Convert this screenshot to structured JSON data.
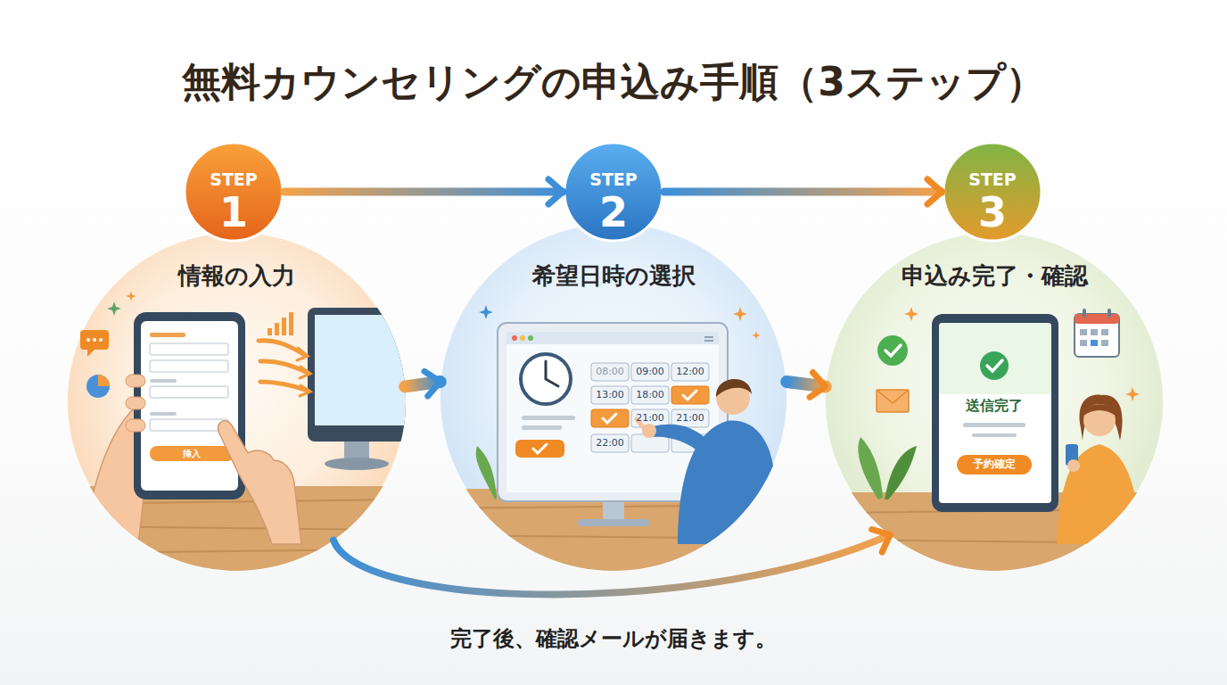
{
  "diagram": {
    "title": "無料カウンセリングの申込み手順（3ステップ）",
    "caption": "完了後、確認メールが届きます。",
    "nodes": [
      {
        "text": [
          "STEP 1"
        ]
      },
      {
        "text": [
          "STEP 2"
        ]
      },
      {
        "text": [
          "STEP 3"
        ]
      },
      {
        "text": [
          "情報の入力"
        ]
      },
      {
        "text": [
          "希望日時の選択"
        ]
      },
      {
        "text": [
          "申込み完了・確認"
        ]
      }
    ],
    "edges": [
      {
        "from": 0,
        "to": 1,
        "arrow": "to"
      },
      {
        "from": 1,
        "to": 2,
        "arrow": "to"
      },
      {
        "from": 3,
        "to": 4,
        "arrow": "to"
      },
      {
        "from": 4,
        "to": 5,
        "arrow": "to"
      },
      {
        "from": 3,
        "to": 5,
        "arrow": "to"
      }
    ],
    "labels": [
      "挿入",
      "08:00",
      "09:00",
      "12:00",
      "13:00",
      "18:00",
      "21:00",
      "21:00",
      "22:00",
      "送信完了",
      "予約確定"
    ]
  }
}
